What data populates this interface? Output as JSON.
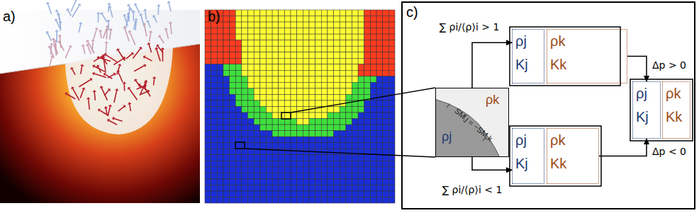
{
  "diagram": {
    "nodes": [
      {
        "text": [
          "ρk",
          "SM,j = −SM,k",
          "ρj"
        ]
      },
      {
        "text": [
          "ρj",
          "Kj"
        ]
      },
      {
        "text": [
          "ρk",
          "Kk"
        ]
      },
      {
        "text": [
          "ρj",
          "Kj"
        ]
      },
      {
        "text": [
          "ρk",
          "Kk"
        ]
      },
      {
        "text": [
          "ρj",
          "Kj"
        ]
      },
      {
        "text": [
          "ρk",
          "Kk"
        ]
      }
    ],
    "edges": [
      {
        "from": 0,
        "to": 1,
        "label": "∑ ρi/⟨ρ⟩i > 1",
        "arrow": "to"
      },
      {
        "from": 0,
        "to": 3,
        "label": "∑ ρi/⟨ρ⟩i < 1",
        "arrow": "to"
      },
      {
        "from": 2,
        "to": 5,
        "label": "Δp > 0",
        "arrow": "to"
      },
      {
        "from": 4,
        "to": 5,
        "label": "Δp < 0",
        "arrow": "to"
      }
    ],
    "labels": [
      "a)",
      "b)",
      "c)"
    ]
  }
}
